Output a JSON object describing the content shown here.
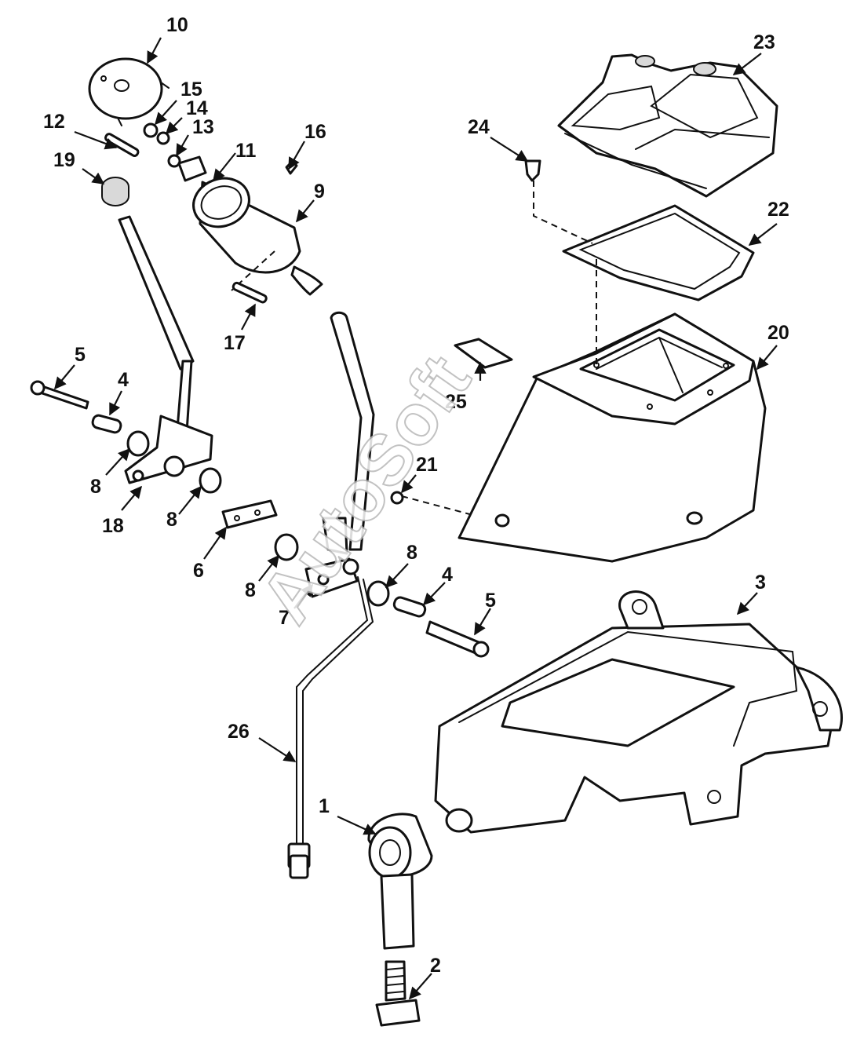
{
  "labels": [
    "10",
    "15",
    "14",
    "13",
    "12",
    "19",
    "16",
    "11",
    "9",
    "17",
    "5",
    "4",
    "8",
    "18",
    "8",
    "6",
    "8",
    "7",
    "8",
    "21",
    "4",
    "5",
    "26",
    "1",
    "2",
    "3",
    "20",
    "25",
    "24",
    "22",
    "23"
  ],
  "watermark": "AutoSoft"
}
